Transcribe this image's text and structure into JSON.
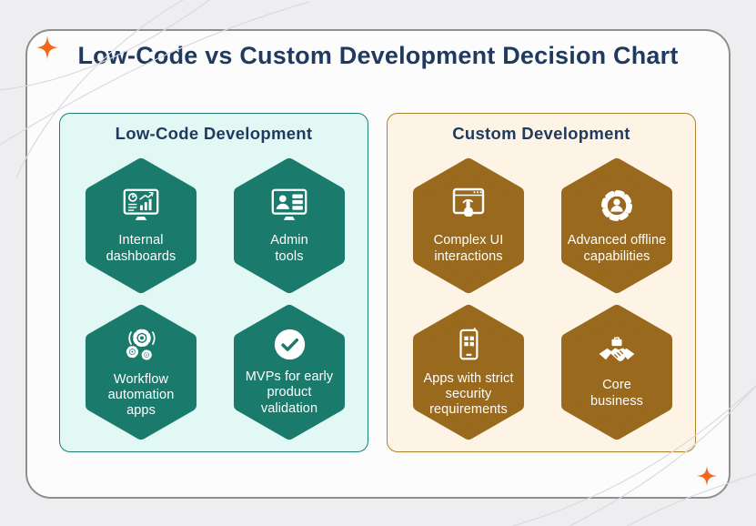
{
  "title": "Low-Code vs Custom Development Decision Chart",
  "colors": {
    "navy": "#1F3A5E",
    "hex-teal": "#1A7A6C",
    "hex-brown": "#99691E",
    "mint-bg": "#E2F8F4",
    "cream-bg": "#FDF4E5",
    "teal-border": "#1C7E72",
    "brown-border": "#B0802F",
    "accent-orange": "#F4671E",
    "page-bg": "#EEEEF0",
    "card-bg": "#FCFCFD",
    "card-border": "#8F8F8F"
  },
  "panels": [
    {
      "title": "Low-Code Development",
      "items": [
        {
          "label": "Internal\ndashboards",
          "icon": "dashboard-monitor-icon"
        },
        {
          "label": "Admin\ntools",
          "icon": "admin-monitor-icon"
        },
        {
          "label": "Workflow\nautomation\napps",
          "icon": "gears-icon"
        },
        {
          "label": "MVPs for early\nproduct\nvalidation",
          "icon": "check-circle-icon"
        }
      ]
    },
    {
      "title": "Custom Development",
      "items": [
        {
          "label": "Complex UI\ninteractions",
          "icon": "ui-tap-icon"
        },
        {
          "label": "Advanced offline\ncapabilities",
          "icon": "gear-user-icon"
        },
        {
          "label": "Apps with strict\nsecurity\nrequirements",
          "icon": "secure-phone-icon"
        },
        {
          "label": "Core\nbusiness",
          "icon": "handshake-icon"
        }
      ]
    }
  ]
}
